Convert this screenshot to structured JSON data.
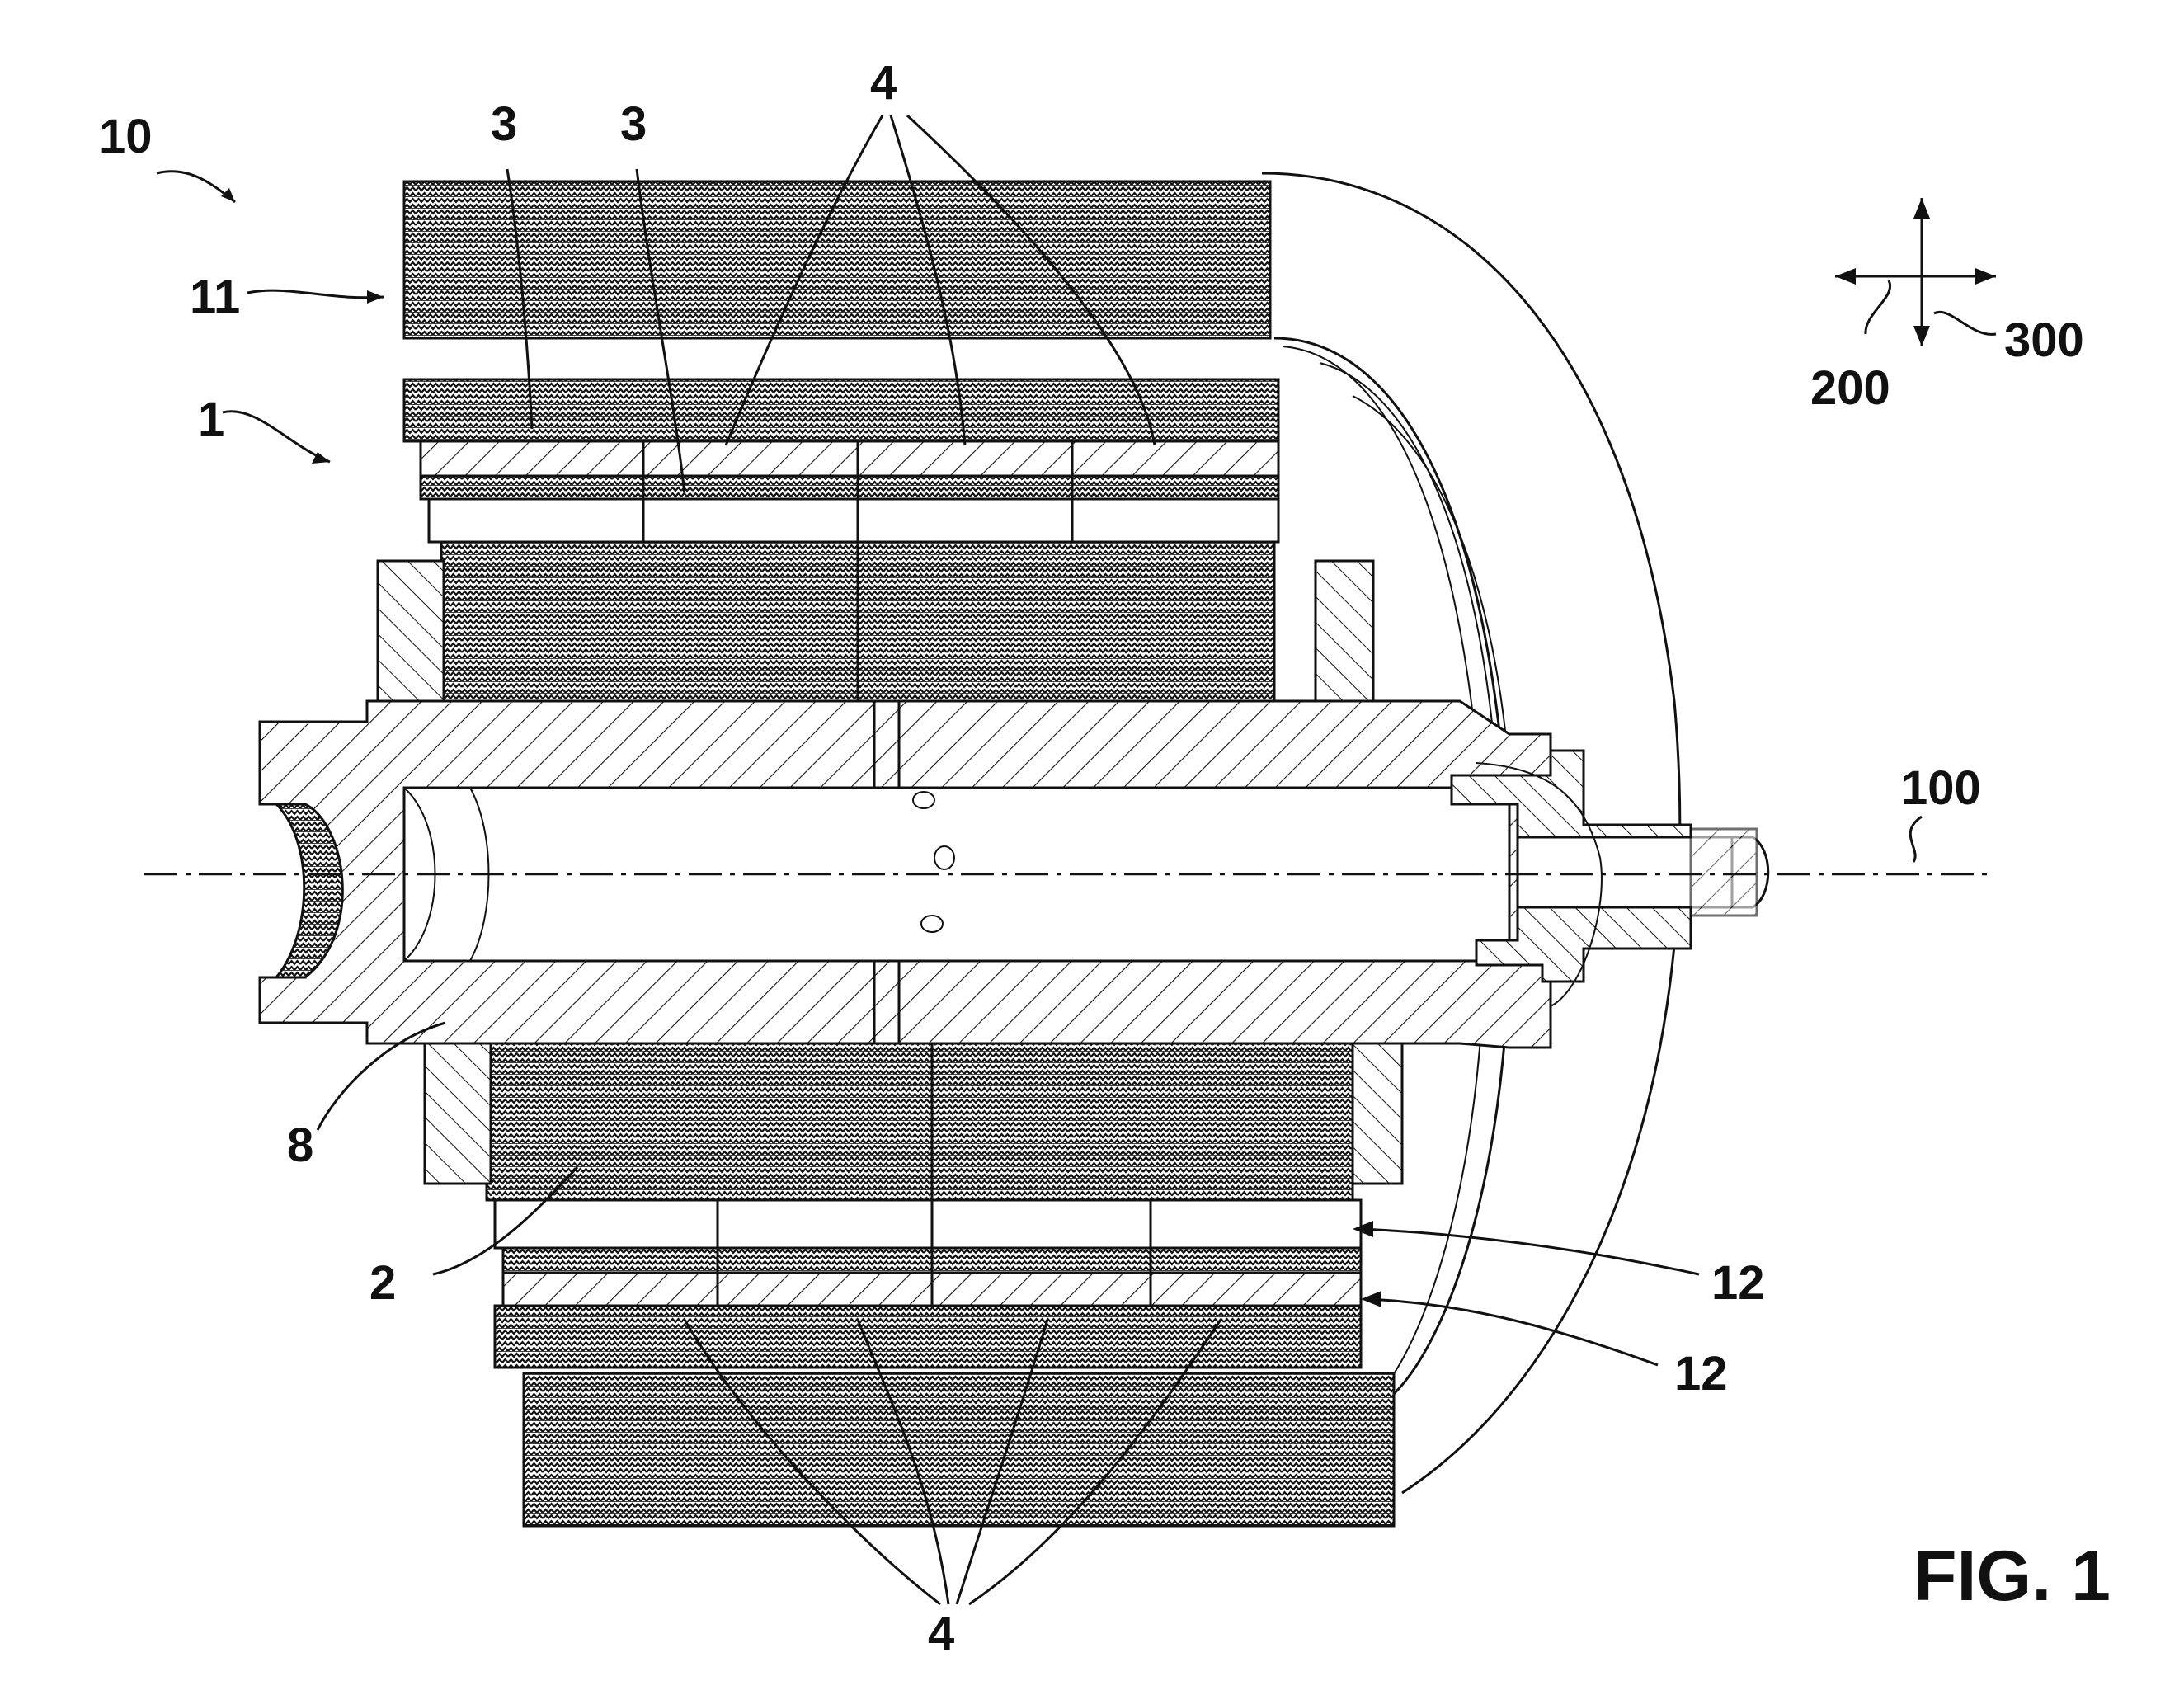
{
  "figure_label": "FIG. 1",
  "colors": {
    "ink": "#111111",
    "background": "#ffffff"
  },
  "labels": [
    {
      "id": "ref-10",
      "text": "10"
    },
    {
      "id": "ref-11",
      "text": "11"
    },
    {
      "id": "ref-1",
      "text": "1"
    },
    {
      "id": "ref-3a",
      "text": "3"
    },
    {
      "id": "ref-3b",
      "text": "3"
    },
    {
      "id": "ref-4-top",
      "text": "4"
    },
    {
      "id": "ref-8",
      "text": "8"
    },
    {
      "id": "ref-2",
      "text": "2"
    },
    {
      "id": "ref-12a",
      "text": "12"
    },
    {
      "id": "ref-12b",
      "text": "12"
    },
    {
      "id": "ref-4-bottom",
      "text": "4"
    },
    {
      "id": "ref-100",
      "text": "100"
    },
    {
      "id": "ref-200",
      "text": "200"
    },
    {
      "id": "ref-300",
      "text": "300"
    }
  ]
}
